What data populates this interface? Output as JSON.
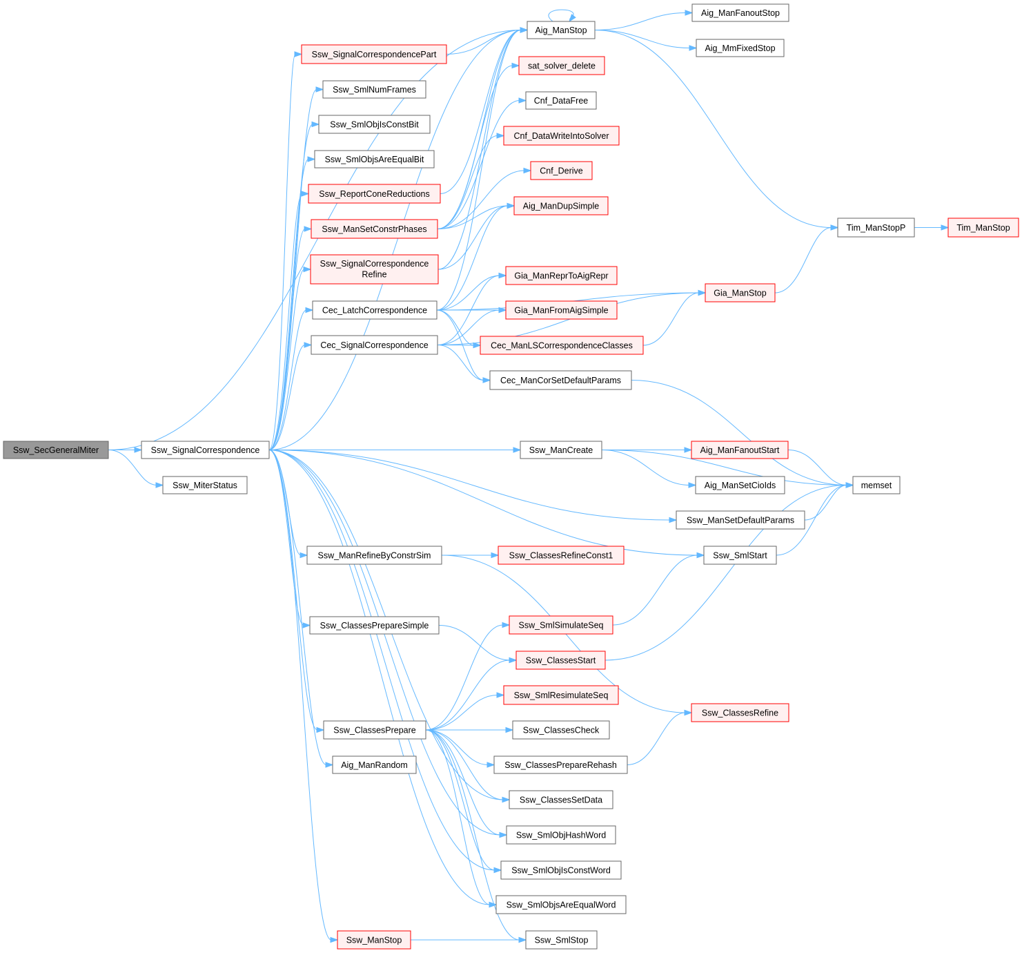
{
  "colors": {
    "edge": "#63b8ff",
    "node_border": "#666666",
    "node_fill": "#ffffff",
    "red_border": "#ff0000",
    "red_fill": "#fff0f0",
    "root_fill": "#999999"
  },
  "nodes": {
    "SecGeneralMiter": {
      "label": "Ssw_SecGeneralMiter",
      "style": "root"
    },
    "SignalCorrespondence": {
      "label": "Ssw_SignalCorrespondence",
      "style": "normal"
    },
    "MiterStatus": {
      "label": "Ssw_MiterStatus",
      "style": "normal"
    },
    "AigManStop": {
      "label": "Aig_ManStop",
      "style": "normal"
    },
    "AigManFanoutStop": {
      "label": "Aig_ManFanoutStop",
      "style": "normal"
    },
    "AigMmFixedStop": {
      "label": "Aig_MmFixedStop",
      "style": "normal"
    },
    "SignalCorrespondencePart": {
      "label": "Ssw_SignalCorrespondencePart",
      "style": "red"
    },
    "SatSolverDelete": {
      "label": "sat_solver_delete",
      "style": "red"
    },
    "SmlNumFrames": {
      "label": "Ssw_SmlNumFrames",
      "style": "normal"
    },
    "CnfDataFree": {
      "label": "Cnf_DataFree",
      "style": "normal"
    },
    "SmlObjIsConstBit": {
      "label": "Ssw_SmlObjIsConstBit",
      "style": "normal"
    },
    "CnfDataWriteIntoSolver": {
      "label": "Cnf_DataWriteIntoSolver",
      "style": "red"
    },
    "SmlObjsAreEqualBit": {
      "label": "Ssw_SmlObjsAreEqualBit",
      "style": "normal"
    },
    "CnfDerive": {
      "label": "Cnf_Derive",
      "style": "red"
    },
    "ReportConeReductions": {
      "label": "Ssw_ReportConeReductions",
      "style": "red"
    },
    "AigManDupSimple": {
      "label": "Aig_ManDupSimple",
      "style": "red"
    },
    "ManSetConstrPhases": {
      "label": "Ssw_ManSetConstrPhases",
      "style": "red"
    },
    "TimManStopP": {
      "label": "Tim_ManStopP",
      "style": "normal"
    },
    "TimManStop": {
      "label": "Tim_ManStop",
      "style": "red"
    },
    "SignalCorrespondenceRefine": {
      "label": "Ssw_SignalCorrespondence",
      "label2": "Refine",
      "style": "red"
    },
    "GiaManReprToAigRepr": {
      "label": "Gia_ManReprToAigRepr",
      "style": "red"
    },
    "GiaManStop": {
      "label": "Gia_ManStop",
      "style": "red"
    },
    "CecLatchCorrespondence": {
      "label": "Cec_LatchCorrespondence",
      "style": "normal"
    },
    "GiaManFromAigSimple": {
      "label": "Gia_ManFromAigSimple",
      "style": "red"
    },
    "CecSignalCorrespondence": {
      "label": "Cec_SignalCorrespondence",
      "style": "normal"
    },
    "CecManLSCorrespondenceClasses": {
      "label": "Cec_ManLSCorrespondenceClasses",
      "style": "red"
    },
    "CecManCorSetDefaultParams": {
      "label": "Cec_ManCorSetDefaultParams",
      "style": "normal"
    },
    "ManCreate": {
      "label": "Ssw_ManCreate",
      "style": "normal"
    },
    "AigManFanoutStart": {
      "label": "Aig_ManFanoutStart",
      "style": "red"
    },
    "AigManSetCioIds": {
      "label": "Aig_ManSetCioIds",
      "style": "normal"
    },
    "Memset": {
      "label": "memset",
      "style": "normal"
    },
    "ManSetDefaultParams": {
      "label": "Ssw_ManSetDefaultParams",
      "style": "normal"
    },
    "SmlStart": {
      "label": "Ssw_SmlStart",
      "style": "normal"
    },
    "ManRefineByConstrSim": {
      "label": "Ssw_ManRefineByConstrSim",
      "style": "normal"
    },
    "ClassesRefineConst1": {
      "label": "Ssw_ClassesRefineConst1",
      "style": "red"
    },
    "ClassesPrepareSimple": {
      "label": "Ssw_ClassesPrepareSimple",
      "style": "normal"
    },
    "SmlSimulateSeq": {
      "label": "Ssw_SmlSimulateSeq",
      "style": "red"
    },
    "ClassesStart": {
      "label": "Ssw_ClassesStart",
      "style": "red"
    },
    "SmlResimulateSeq": {
      "label": "Ssw_SmlResimulateSeq",
      "style": "red"
    },
    "ClassesRefine": {
      "label": "Ssw_ClassesRefine",
      "style": "red"
    },
    "ClassesPrepare": {
      "label": "Ssw_ClassesPrepare",
      "style": "normal"
    },
    "ClassesCheck": {
      "label": "Ssw_ClassesCheck",
      "style": "normal"
    },
    "AigManRandom": {
      "label": "Aig_ManRandom",
      "style": "normal"
    },
    "ClassesPrepareRehash": {
      "label": "Ssw_ClassesPrepareRehash",
      "style": "normal"
    },
    "ClassesSetData": {
      "label": "Ssw_ClassesSetData",
      "style": "normal"
    },
    "SmlObjHashWord": {
      "label": "Ssw_SmlObjHashWord",
      "style": "normal"
    },
    "SmlObjIsConstWord": {
      "label": "Ssw_SmlObjIsConstWord",
      "style": "normal"
    },
    "SmlObjsAreEqualWord": {
      "label": "Ssw_SmlObjsAreEqualWord",
      "style": "normal"
    },
    "ManStop": {
      "label": "Ssw_ManStop",
      "style": "red"
    },
    "SmlStop": {
      "label": "Ssw_SmlStop",
      "style": "normal"
    }
  },
  "edges": [
    [
      "SecGeneralMiter",
      "SignalCorrespondence"
    ],
    [
      "SecGeneralMiter",
      "MiterStatus"
    ],
    [
      "SecGeneralMiter",
      "AigManStop"
    ],
    [
      "SignalCorrespondence",
      "AigManStop"
    ],
    [
      "SignalCorrespondence",
      "SignalCorrespondencePart"
    ],
    [
      "SignalCorrespondence",
      "SmlNumFrames"
    ],
    [
      "SignalCorrespondence",
      "SmlObjIsConstBit"
    ],
    [
      "SignalCorrespondence",
      "SmlObjsAreEqualBit"
    ],
    [
      "SignalCorrespondence",
      "ReportConeReductions"
    ],
    [
      "SignalCorrespondence",
      "ManSetConstrPhases"
    ],
    [
      "SignalCorrespondence",
      "SignalCorrespondenceRefine"
    ],
    [
      "SignalCorrespondence",
      "CecLatchCorrespondence"
    ],
    [
      "SignalCorrespondence",
      "CecSignalCorrespondence"
    ],
    [
      "SignalCorrespondence",
      "ManCreate"
    ],
    [
      "SignalCorrespondence",
      "ManSetDefaultParams"
    ],
    [
      "SignalCorrespondence",
      "SmlStart"
    ],
    [
      "SignalCorrespondence",
      "ManRefineByConstrSim"
    ],
    [
      "SignalCorrespondence",
      "ClassesPrepareSimple"
    ],
    [
      "SignalCorrespondence",
      "ClassesPrepare"
    ],
    [
      "SignalCorrespondence",
      "AigManRandom"
    ],
    [
      "SignalCorrespondence",
      "ClassesSetData"
    ],
    [
      "SignalCorrespondence",
      "SmlObjHashWord"
    ],
    [
      "SignalCorrespondence",
      "SmlObjIsConstWord"
    ],
    [
      "SignalCorrespondence",
      "SmlObjsAreEqualWord"
    ],
    [
      "SignalCorrespondence",
      "ManStop"
    ],
    [
      "AigManStop",
      "AigManStop"
    ],
    [
      "AigManStop",
      "AigManFanoutStop"
    ],
    [
      "AigManStop",
      "AigMmFixedStop"
    ],
    [
      "AigManStop",
      "TimManStopP"
    ],
    [
      "SignalCorrespondencePart",
      "AigManStop"
    ],
    [
      "ReportConeReductions",
      "AigManStop"
    ],
    [
      "ManSetConstrPhases",
      "AigManStop"
    ],
    [
      "ManSetConstrPhases",
      "SatSolverDelete"
    ],
    [
      "ManSetConstrPhases",
      "CnfDataFree"
    ],
    [
      "ManSetConstrPhases",
      "CnfDataWriteIntoSolver"
    ],
    [
      "ManSetConstrPhases",
      "CnfDerive"
    ],
    [
      "ManSetConstrPhases",
      "AigManDupSimple"
    ],
    [
      "SignalCorrespondenceRefine",
      "AigManDupSimple"
    ],
    [
      "SignalCorrespondenceRefine",
      "AigManStop"
    ],
    [
      "CecLatchCorrespondence",
      "AigManStop"
    ],
    [
      "CecLatchCorrespondence",
      "AigManDupSimple"
    ],
    [
      "CecLatchCorrespondence",
      "GiaManReprToAigRepr"
    ],
    [
      "CecLatchCorrespondence",
      "GiaManStop"
    ],
    [
      "CecLatchCorrespondence",
      "GiaManFromAigSimple"
    ],
    [
      "CecLatchCorrespondence",
      "CecManLSCorrespondenceClasses"
    ],
    [
      "CecLatchCorrespondence",
      "CecManCorSetDefaultParams"
    ],
    [
      "CecSignalCorrespondence",
      "GiaManReprToAigRepr"
    ],
    [
      "CecSignalCorrespondence",
      "GiaManFromAigSimple"
    ],
    [
      "CecSignalCorrespondence",
      "CecManLSCorrespondenceClasses"
    ],
    [
      "CecSignalCorrespondence",
      "CecManCorSetDefaultParams"
    ],
    [
      "CecSignalCorrespondence",
      "GiaManStop"
    ],
    [
      "CecManLSCorrespondenceClasses",
      "GiaManStop"
    ],
    [
      "CecManCorSetDefaultParams",
      "Memset"
    ],
    [
      "GiaManStop",
      "TimManStopP"
    ],
    [
      "TimManStopP",
      "TimManStop"
    ],
    [
      "ManCreate",
      "Memset"
    ],
    [
      "ManCreate",
      "AigManFanoutStart"
    ],
    [
      "ManCreate",
      "AigManSetCioIds"
    ],
    [
      "AigManFanoutStart",
      "Memset"
    ],
    [
      "ManSetDefaultParams",
      "Memset"
    ],
    [
      "SmlStart",
      "Memset"
    ],
    [
      "ManRefineByConstrSim",
      "ClassesRefineConst1"
    ],
    [
      "ManRefineByConstrSim",
      "ClassesRefine"
    ],
    [
      "ClassesPrepareSimple",
      "ClassesStart"
    ],
    [
      "SmlSimulateSeq",
      "SmlStart"
    ],
    [
      "ClassesStart",
      "Memset"
    ],
    [
      "ClassesPrepare",
      "SmlSimulateSeq"
    ],
    [
      "ClassesPrepare",
      "ClassesStart"
    ],
    [
      "ClassesPrepare",
      "SmlResimulateSeq"
    ],
    [
      "ClassesPrepare",
      "ClassesCheck"
    ],
    [
      "ClassesPrepare",
      "ClassesPrepareRehash"
    ],
    [
      "ClassesPrepare",
      "ClassesSetData"
    ],
    [
      "ClassesPrepare",
      "SmlObjHashWord"
    ],
    [
      "ClassesPrepare",
      "SmlObjIsConstWord"
    ],
    [
      "ClassesPrepare",
      "SmlObjsAreEqualWord"
    ],
    [
      "ClassesPrepare",
      "SmlStop"
    ],
    [
      "ClassesPrepareRehash",
      "ClassesRefine"
    ],
    [
      "ManStop",
      "SmlStop"
    ]
  ]
}
